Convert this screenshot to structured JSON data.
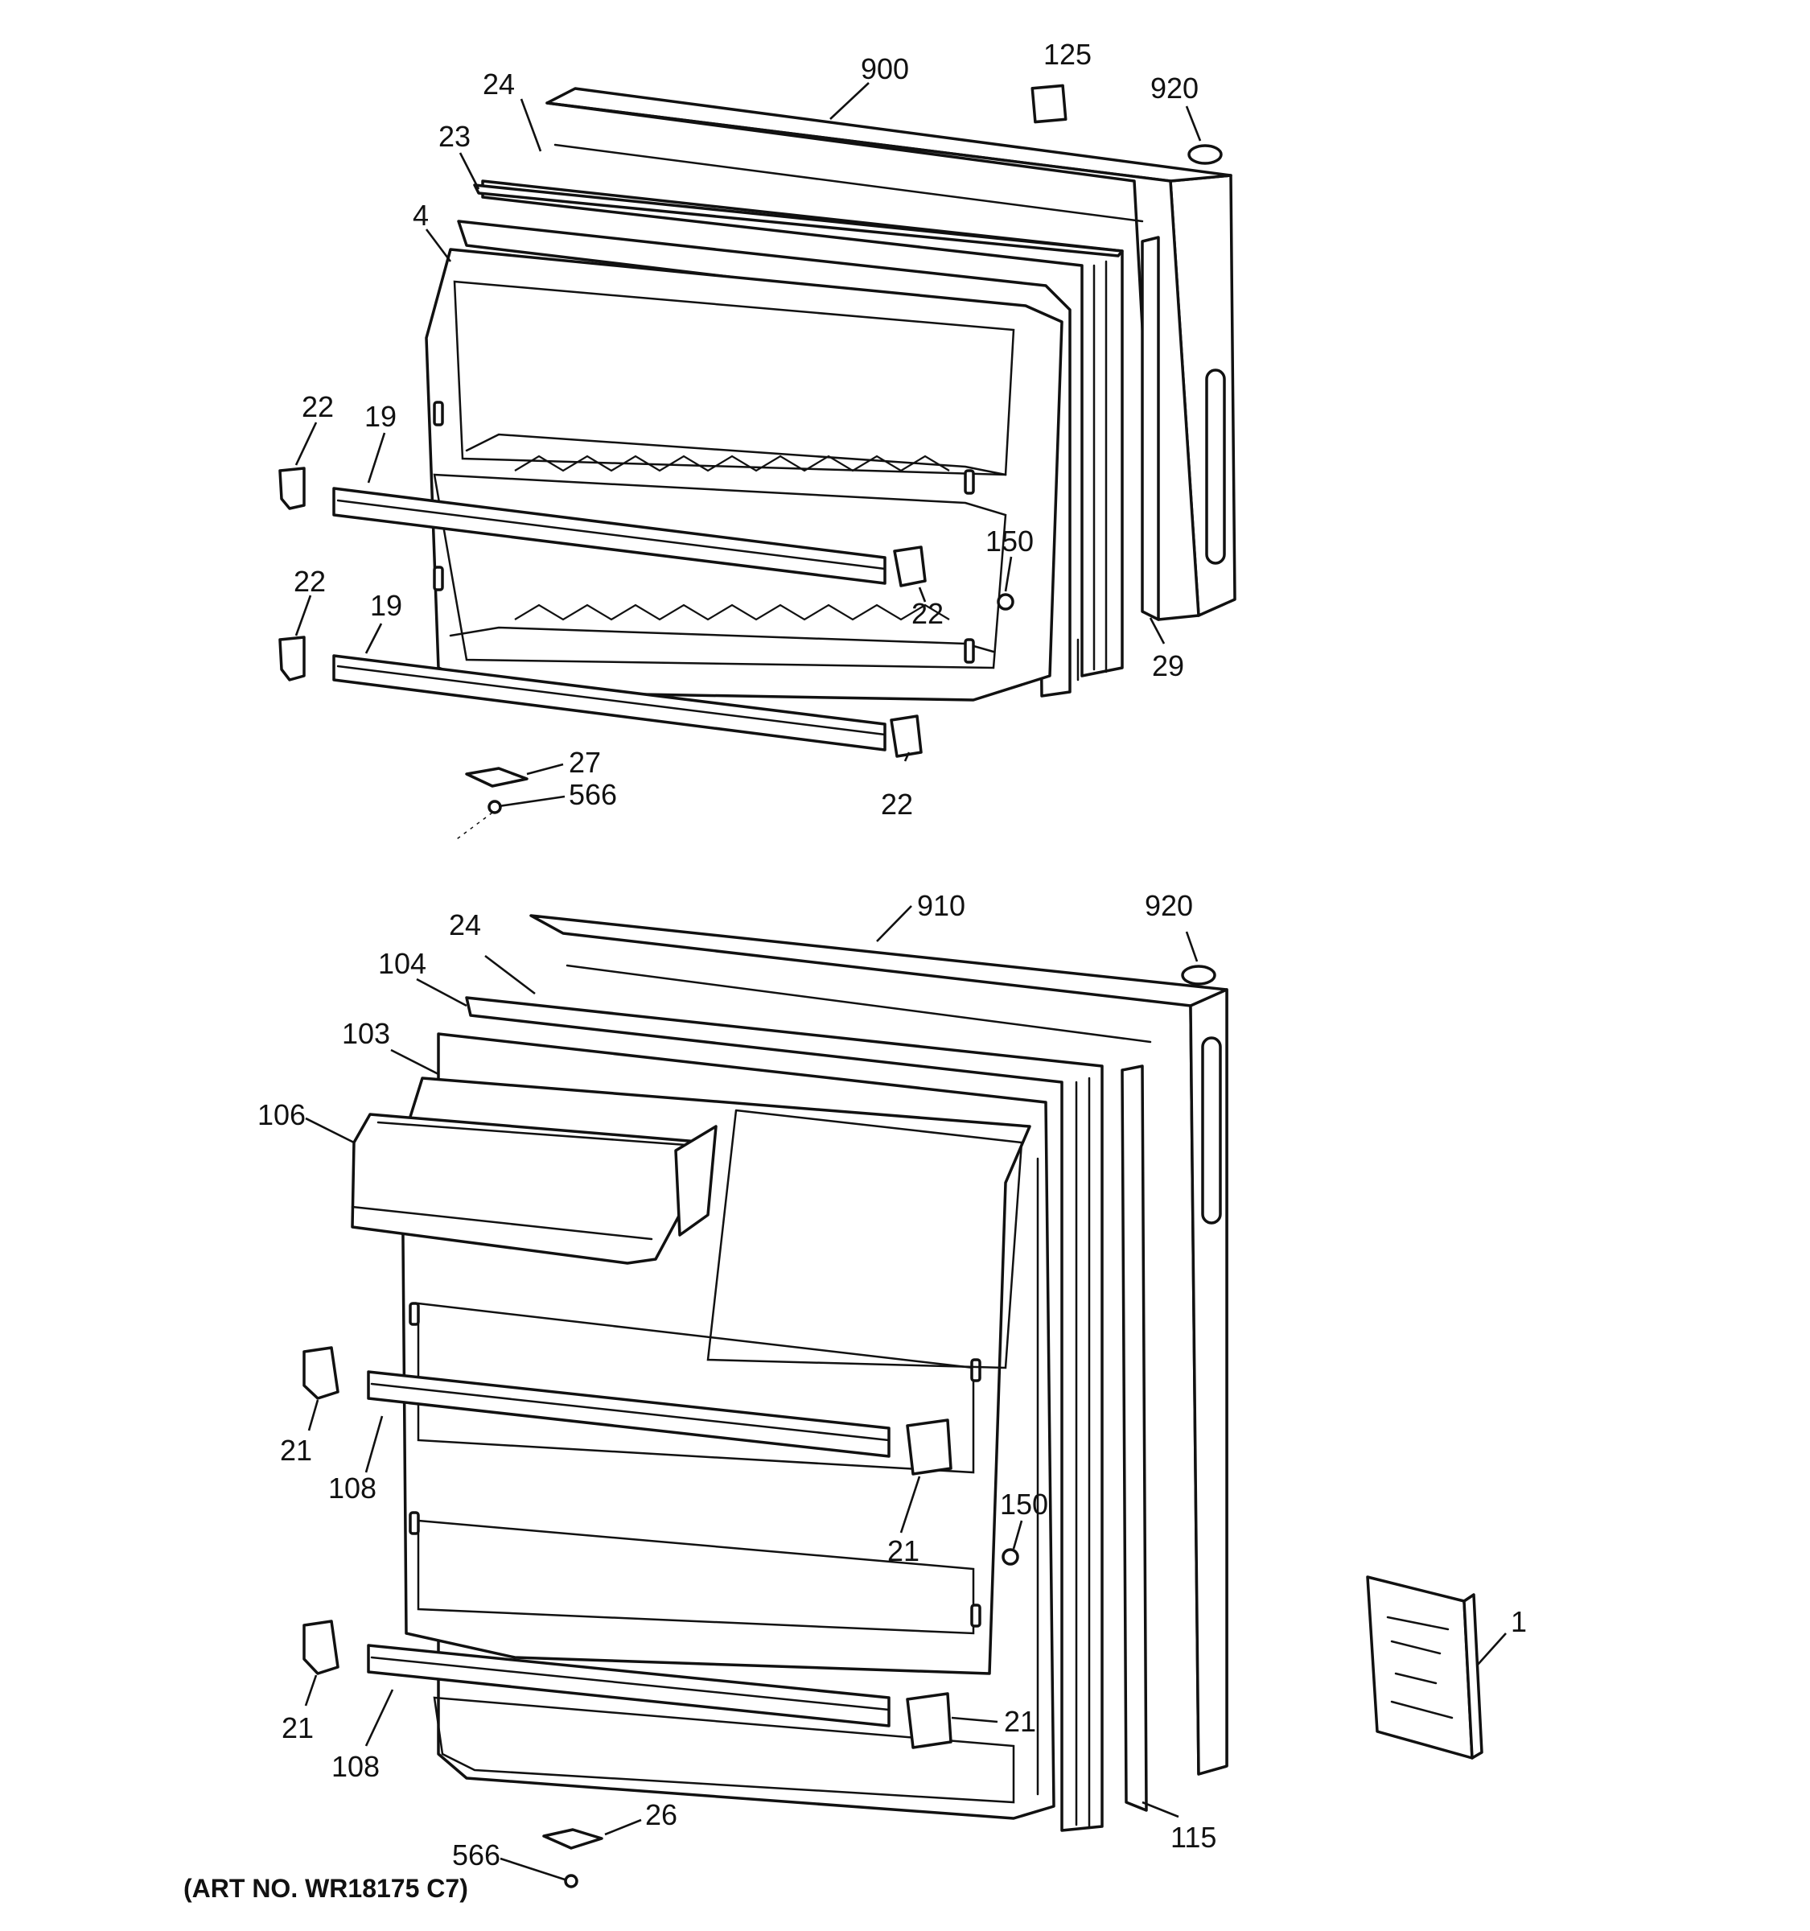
{
  "labels": {
    "l900": "900",
    "l125": "125",
    "l920a": "920",
    "l24a": "24",
    "l23": "23",
    "l4": "4",
    "l22a": "22",
    "l19a": "19",
    "l150a": "150",
    "l22b": "22",
    "l22c": "22",
    "l19b": "19",
    "l29": "29",
    "l27": "27",
    "l566a": "566",
    "l22d": "22",
    "l910": "910",
    "l920b": "920",
    "l24b": "24",
    "l104": "104",
    "l103": "103",
    "l106": "106",
    "l21a": "21",
    "l108a": "108",
    "l150b": "150",
    "l21b": "21",
    "l1": "1",
    "l21c": "21",
    "l21d": "21",
    "l108b": "108",
    "l115": "115",
    "l26": "26",
    "l566b": "566"
  },
  "art_number": "(ART NO. WR18175 C7)"
}
